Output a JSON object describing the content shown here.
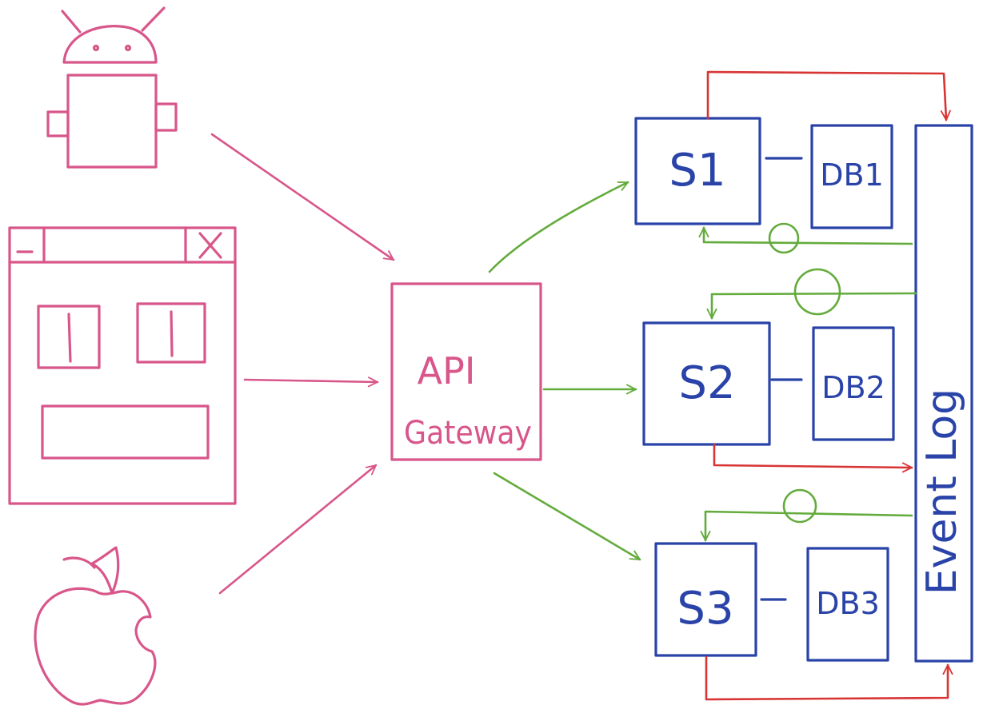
{
  "colors": {
    "clients": "#d8568a",
    "services": "#2a43a8",
    "sync": "#63ab3c",
    "events": "#d83434"
  },
  "clients": [
    {
      "icon": "android-robot-icon"
    },
    {
      "icon": "desktop-window-icon"
    },
    {
      "icon": "apple-icon"
    }
  ],
  "gateway": {
    "line1": "API",
    "line2": "Gateway"
  },
  "services": [
    {
      "name": "S1",
      "db": "DB1"
    },
    {
      "name": "S2",
      "db": "DB2"
    },
    {
      "name": "S3",
      "db": "DB3"
    }
  ],
  "event_log": {
    "label": "Event Log"
  }
}
